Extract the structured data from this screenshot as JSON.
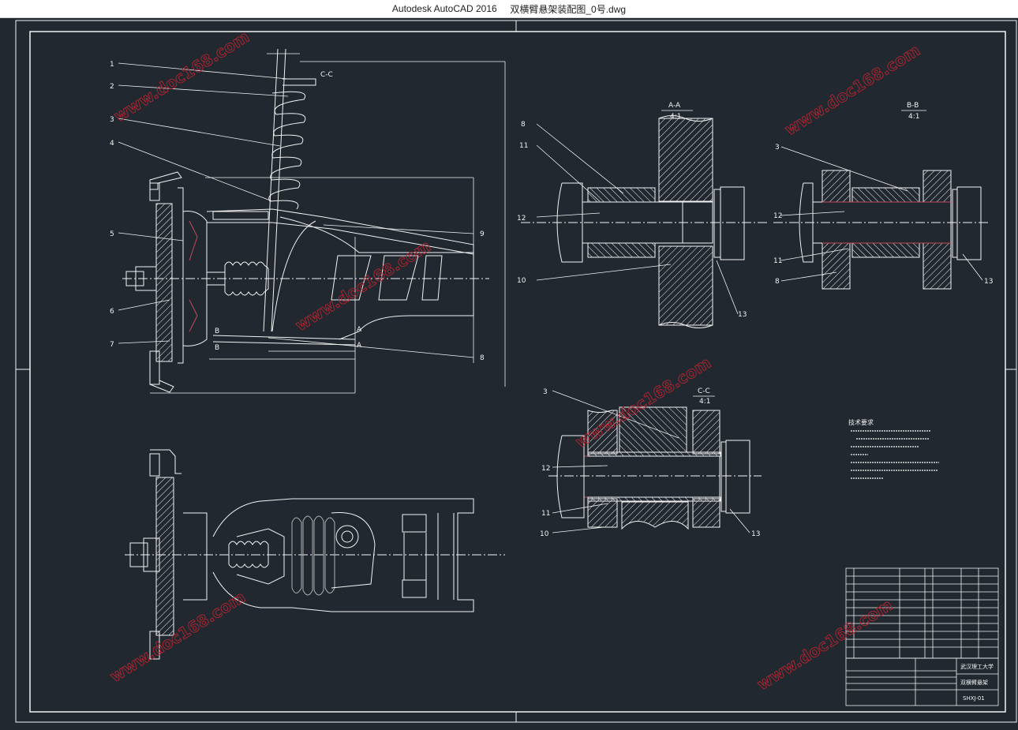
{
  "window": {
    "app_name": "Autodesk AutoCAD 2016",
    "file_name": "双横臂悬架装配图_0号.dwg"
  },
  "colors": {
    "background": "#212830",
    "line": "#f2f2f2",
    "hidden_line": "#c44a5a",
    "watermark": "#b8242f"
  },
  "watermark": {
    "text": "www.doc168.com"
  },
  "main_view": {
    "section_label": "C-C",
    "part_labels": [
      "1",
      "2",
      "3",
      "4",
      "5",
      "6",
      "7",
      "8",
      "9"
    ],
    "marker_a": "A",
    "marker_b": "B"
  },
  "section_aa": {
    "title": "A-A",
    "scale": "4:1",
    "labels": {
      "l8": "8",
      "l11": "11",
      "l12": "12",
      "l10": "10",
      "l13": "13"
    }
  },
  "section_bb": {
    "title": "B-B",
    "scale": "4:1",
    "labels": {
      "l3": "3",
      "l12": "12",
      "l11": "11",
      "l8": "8",
      "l13": "13"
    }
  },
  "section_cc": {
    "title": "C-C",
    "scale": "4:1",
    "labels": {
      "l3": "3",
      "l12": "12",
      "l11": "11",
      "l10": "10",
      "l13": "13"
    }
  },
  "notes": {
    "heading": "技术要求"
  },
  "title_block": {
    "school": "武汉理工大学",
    "drawing_name": "双横臂悬架",
    "drawing_no": "SHXJ-01"
  }
}
